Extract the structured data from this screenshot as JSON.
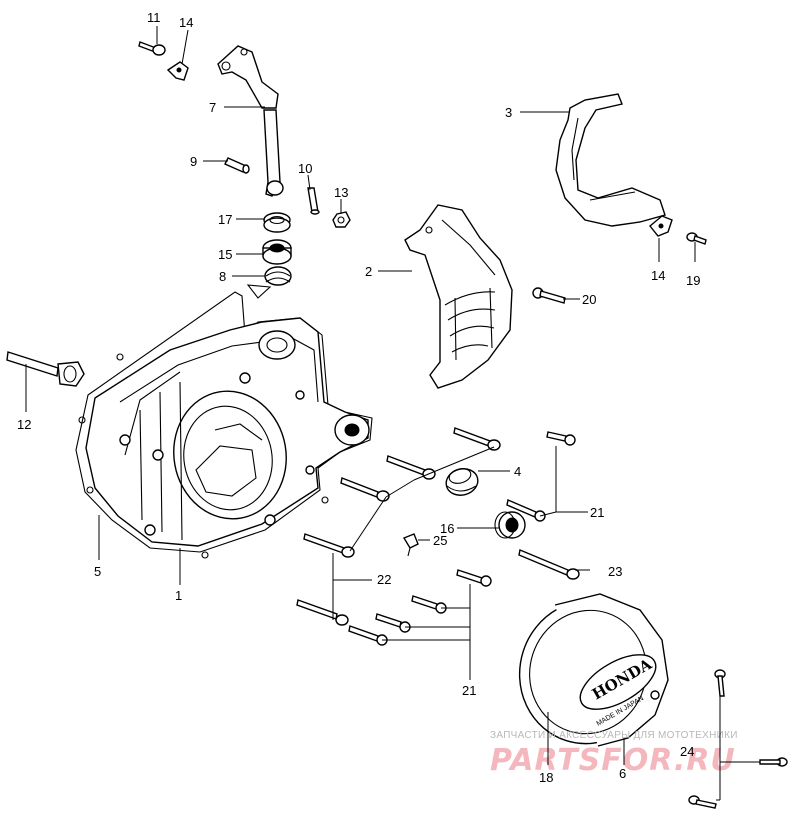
{
  "labels": {
    "l1": "1",
    "l2": "2",
    "l3": "3",
    "l4": "4",
    "l5": "5",
    "l6": "6",
    "l7": "7",
    "l8": "8",
    "l9": "9",
    "l10": "10",
    "l11": "11",
    "l12": "12",
    "l13": "13",
    "l14a": "14",
    "l14b": "14",
    "l15": "15",
    "l16": "16",
    "l17": "17",
    "l18": "18",
    "l19": "19",
    "l20": "20",
    "l21a": "21",
    "l21b": "21",
    "l22": "22",
    "l23": "23",
    "l24": "24",
    "l25": "25"
  },
  "cover": {
    "brand": "HONDA",
    "origin": "MADE IN JAPAN"
  },
  "watermark": {
    "line1": "ЗАПЧАСТИ И АКСЕССУАРЫ ДЛЯ МОТОТЕХНИКИ",
    "line2": "PARTSFOR.RU"
  }
}
